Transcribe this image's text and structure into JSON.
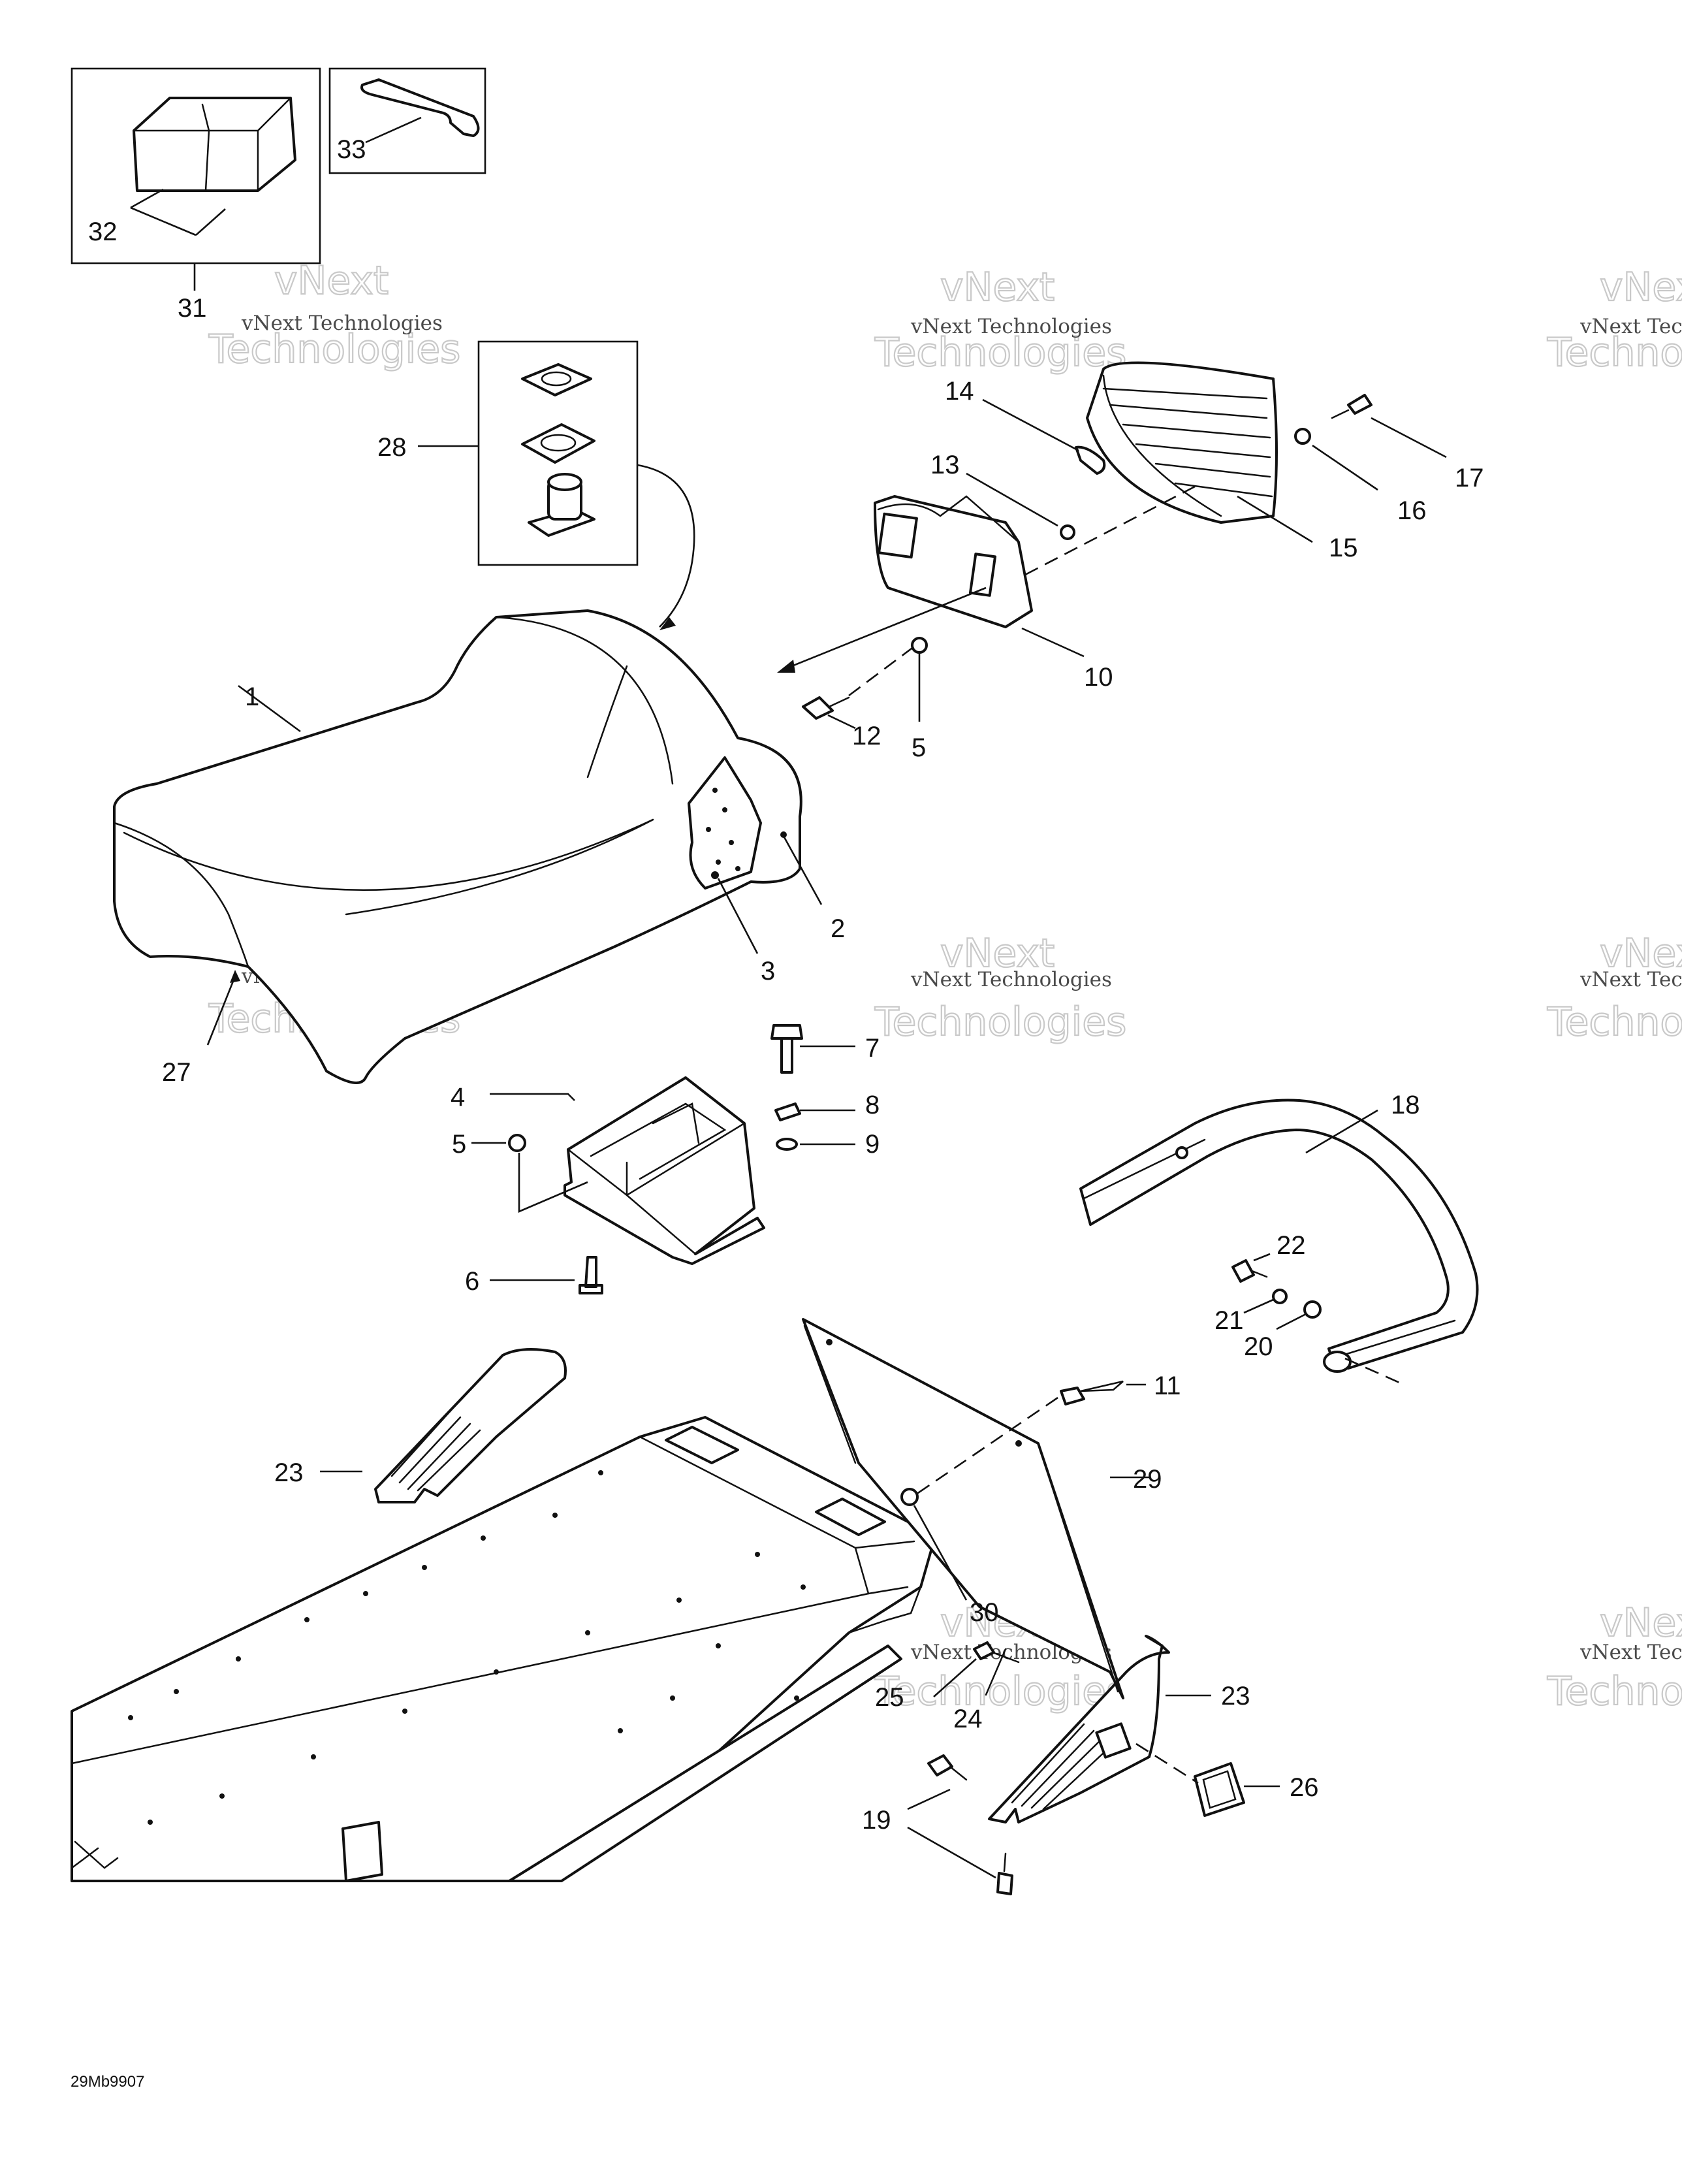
{
  "diagram_code": "29Mb9907",
  "watermark": {
    "line1": "vNext",
    "line2": "Technologies",
    "caption": "vNext Technologies"
  },
  "callouts": [
    {
      "id": "1",
      "text": "1"
    },
    {
      "id": "2",
      "text": "2"
    },
    {
      "id": "3",
      "text": "3"
    },
    {
      "id": "4",
      "text": "4"
    },
    {
      "id": "5a",
      "text": "5"
    },
    {
      "id": "5b",
      "text": "5"
    },
    {
      "id": "6",
      "text": "6"
    },
    {
      "id": "7",
      "text": "7"
    },
    {
      "id": "8",
      "text": "8"
    },
    {
      "id": "9",
      "text": "9"
    },
    {
      "id": "10",
      "text": "10"
    },
    {
      "id": "11",
      "text": "11"
    },
    {
      "id": "12",
      "text": "12"
    },
    {
      "id": "13",
      "text": "13"
    },
    {
      "id": "14",
      "text": "14"
    },
    {
      "id": "15",
      "text": "15"
    },
    {
      "id": "16",
      "text": "16"
    },
    {
      "id": "17",
      "text": "17"
    },
    {
      "id": "18",
      "text": "18"
    },
    {
      "id": "19",
      "text": "19"
    },
    {
      "id": "20",
      "text": "20"
    },
    {
      "id": "21",
      "text": "21"
    },
    {
      "id": "22",
      "text": "22"
    },
    {
      "id": "23a",
      "text": "23"
    },
    {
      "id": "23b",
      "text": "23"
    },
    {
      "id": "24",
      "text": "24"
    },
    {
      "id": "25",
      "text": "25"
    },
    {
      "id": "26",
      "text": "26"
    },
    {
      "id": "27",
      "text": "27"
    },
    {
      "id": "28",
      "text": "28"
    },
    {
      "id": "29",
      "text": "29"
    },
    {
      "id": "30",
      "text": "30"
    },
    {
      "id": "31",
      "text": "31"
    },
    {
      "id": "32",
      "text": "32"
    },
    {
      "id": "33",
      "text": "33"
    }
  ]
}
